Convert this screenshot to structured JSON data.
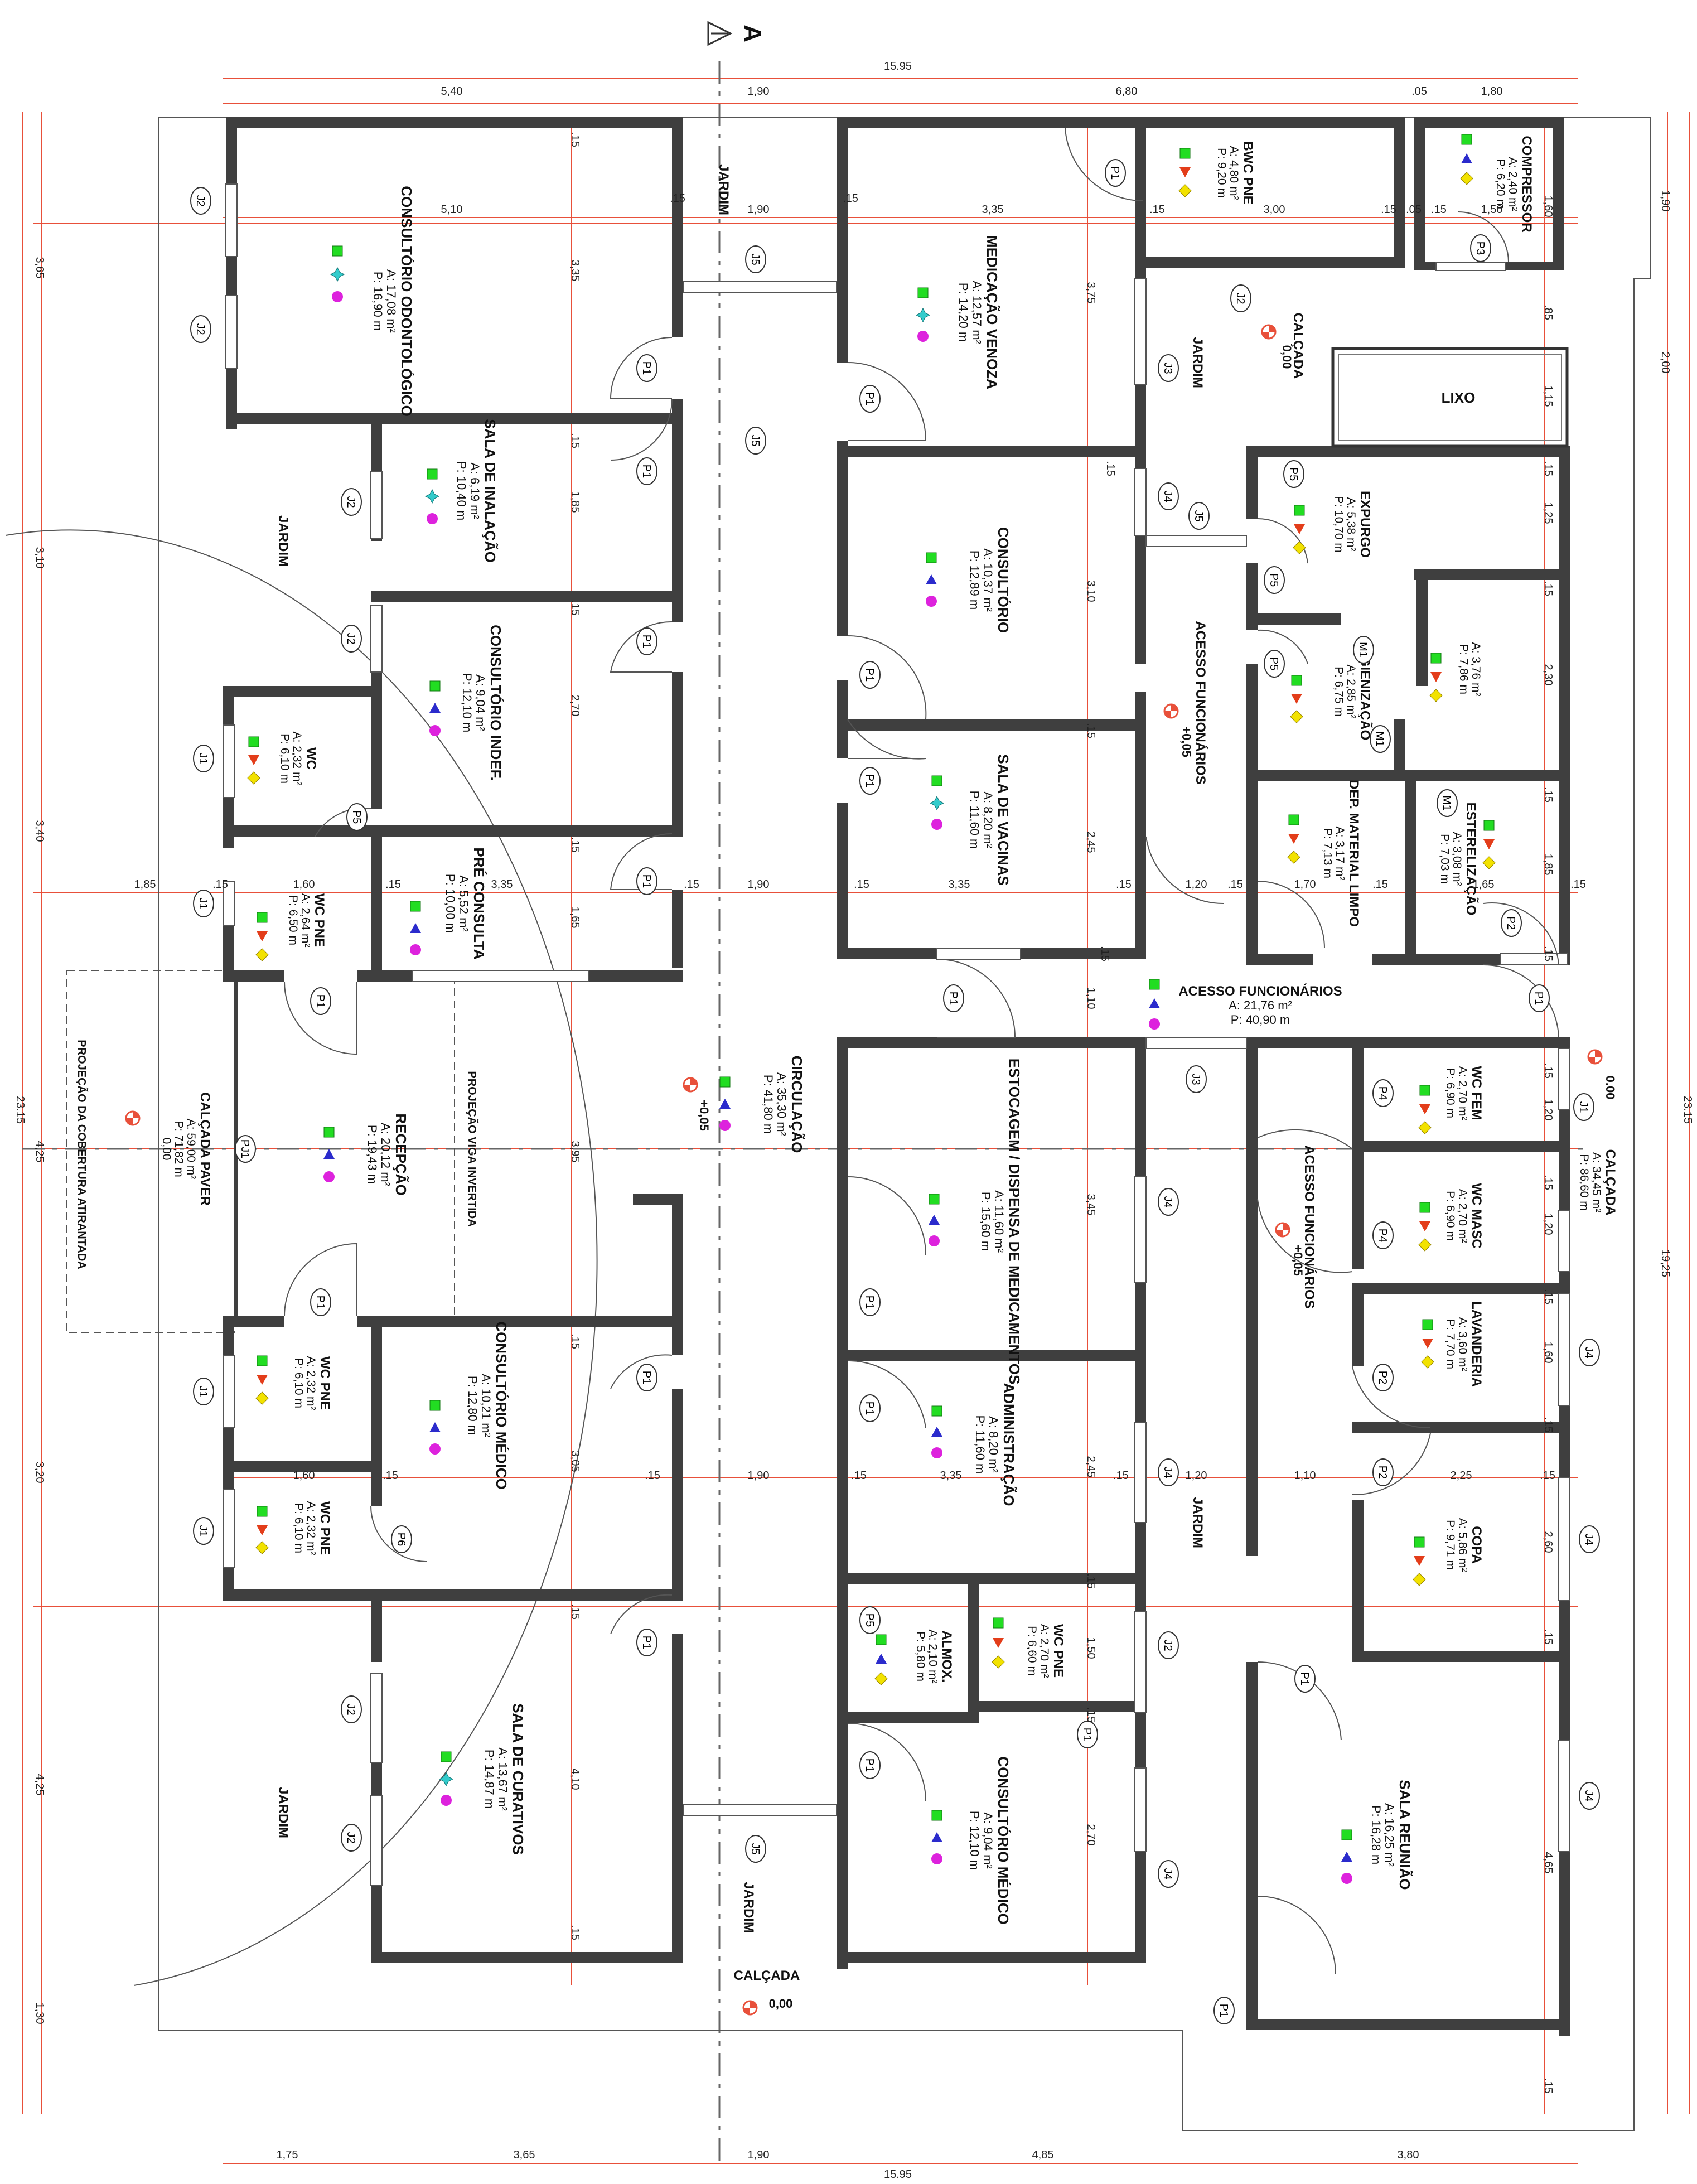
{
  "north_label": "A",
  "overall": {
    "width_top": "15.95",
    "width_bottom": "15.95",
    "height_left": "23.15",
    "height_right": "23.15"
  },
  "dims_top": [
    "5,40",
    "1,90",
    "6,80",
    ".05",
    "1,80"
  ],
  "dims_top_inner": [
    "5,10",
    ".15",
    "1,90",
    ".15",
    "3,35",
    ".15",
    "3,00",
    ".15",
    ".05",
    "1,50",
    ".15"
  ],
  "dims_mid": [
    "1,85",
    ".15",
    "1,60",
    ".15",
    "3,35",
    ".15",
    "1,90",
    ".15",
    "3,35",
    ".15",
    "1,20",
    ".15",
    "1,70",
    ".15",
    "1,65",
    ".15"
  ],
  "dims_low": [
    "1,60",
    ".15",
    ".15",
    "1,90",
    ".15",
    "3,35",
    ".15",
    "1,20",
    "1,10",
    "2,25",
    ".15"
  ],
  "dims_bottom": [
    "1,75",
    "3,65",
    "1,90",
    "4,85",
    "3,80"
  ],
  "dims_left": [
    "3,65",
    "3,10",
    "3,40",
    "4,25",
    "3,20",
    "4,25",
    "1,30"
  ],
  "dims_right": [
    "1,90",
    "2,00",
    "19,25"
  ],
  "dims_v_inner": [
    ".15",
    "3,35",
    ".15",
    "1,85",
    ".15",
    "2,70",
    ".15",
    "1,65",
    "3,95",
    ".15",
    "3,05",
    ".15",
    "4,10",
    ".15"
  ],
  "dims_v_mid": [
    "3,75",
    ".15",
    "3,10",
    ".15",
    "2,45",
    ".15",
    "1,10",
    "3,45",
    "2,45",
    ".15",
    "1,50",
    ".15",
    "2,70"
  ],
  "dims_v_right": [
    "1,60",
    ".85",
    "1,15",
    ".15",
    "1,25",
    ".15",
    "2,30",
    ".15",
    "1,85",
    ".15",
    ".15",
    "1,20",
    ".15",
    "1,20",
    ".15",
    "1,60",
    ".15",
    "2,60",
    ".15",
    "4,65",
    ".15"
  ],
  "rooms": [
    {
      "name": "CONSULTÓRIO ODONTOLÓGICO",
      "area": "A: 17,08 m²",
      "perim": "P: 16,90 m"
    },
    {
      "name": "SALA DE INALAÇÃO",
      "area": "A: 6,19 m²",
      "perim": "P: 10,40 m"
    },
    {
      "name": "CONSULTÓRIO INDEF.",
      "area": "A: 9,04 m²",
      "perim": "P: 12,10 m"
    },
    {
      "name": "WC",
      "area": "A: 2,32 m²",
      "perim": "P: 6,10 m"
    },
    {
      "name": "WC PNE",
      "area": "A: 2,64 m²",
      "perim": "P: 6,50 m"
    },
    {
      "name": "PRÉ CONSULTA",
      "area": "A: 5,52 m²",
      "perim": "P: 10,00 m"
    },
    {
      "name": "RECEPÇÃO",
      "area": "A: 20,12 m²",
      "perim": "P: 19,43 m"
    },
    {
      "name": "WC PNE",
      "area": "A: 2,32 m²",
      "perim": "P: 6,10 m"
    },
    {
      "name": "CONSULTÓRIO MÉDICO",
      "area": "A: 10,21 m²",
      "perim": "P: 12,80 m"
    },
    {
      "name": "WC PNE",
      "area": "A: 2,32 m²",
      "perim": "P: 6,10 m"
    },
    {
      "name": "SALA DE CURATIVOS",
      "area": "A: 13,67 m²",
      "perim": "P: 14,87 m"
    },
    {
      "name": "CIRCULAÇÃO",
      "area": "A: 35,30 m²",
      "perim": "P: 41,80 m"
    },
    {
      "name": "MEDICAÇÃO VENOZA",
      "area": "A: 12,57 m²",
      "perim": "P: 14,20 m"
    },
    {
      "name": "CONSULTÓRIO",
      "area": "A: 10,37 m²",
      "perim": "P: 12,89 m"
    },
    {
      "name": "SALA DE VACINAS",
      "area": "A: 8,20 m²",
      "perim": "P: 11,60 m"
    },
    {
      "name": "ESTOCAGEM / DISPENSA DE MEDICAMENTOS",
      "area": "A: 11,60 m²",
      "perim": "P: 15,60 m"
    },
    {
      "name": "ADMINISTRAÇÃO",
      "area": "A: 8,20 m²",
      "perim": "P: 11,60 m"
    },
    {
      "name": "ALMOX.",
      "area": "A: 2,10 m²",
      "perim": "P: 5,80 m"
    },
    {
      "name": "WC PNE",
      "area": "A: 2,70 m²",
      "perim": "P: 6,60 m"
    },
    {
      "name": "CONSULTÓRIO MÉDICO",
      "area": "A: 9,04 m²",
      "perim": "P: 12,10 m"
    },
    {
      "name": "BWC PNE",
      "area": "A: 4,80 m²",
      "perim": "P: 9,20 m"
    },
    {
      "name": "COMPRESSOR",
      "area": "A: 2,40 m²",
      "perim": "P: 6,20 m"
    },
    {
      "name": "EXPURGO",
      "area": "A: 5,38 m²",
      "perim": "P: 10,70 m"
    },
    {
      "name": "HIGIENIZAÇÃO",
      "area": "A: 2,85 m²",
      "perim": "P: 6,75 m"
    },
    {
      "name": "",
      "area": "A: 3,76 m²",
      "perim": "P: 7,86 m"
    },
    {
      "name": "DEP. MATERIAL LIMPO",
      "area": "A: 3,17 m²",
      "perim": "P: 7,13 m"
    },
    {
      "name": "ESTERELIZAÇÃO",
      "area": "A: 3,08 m²",
      "perim": "P: 7,03 m"
    },
    {
      "name": "ACESSO FUNCIONÁRIOS",
      "area": "A: 21,76 m²",
      "perim": "P: 40,90 m"
    },
    {
      "name": "WC FEM",
      "area": "A: 2,70 m²",
      "perim": "P: 6,90 m"
    },
    {
      "name": "WC MASC",
      "area": "A: 2,70 m²",
      "perim": "P: 6,90 m"
    },
    {
      "name": "LAVANDERIA",
      "area": "A: 3,60 m²",
      "perim": "P: 7,70 m"
    },
    {
      "name": "COPA",
      "area": "A: 5,86 m²",
      "perim": "P: 9,71 m"
    },
    {
      "name": "SALA REUNIÃO",
      "area": "A: 16,25 m²",
      "perim": "P: 16,28 m"
    },
    {
      "name": "CALÇADA",
      "area": "A: 34,45 m²",
      "perim": "P: 86,60 m"
    },
    {
      "name": "CALÇADA PAVER",
      "area": "A: 59,00 m²",
      "perim": "P: 71,82 m"
    }
  ],
  "labels": {
    "jardim": "JARDIM",
    "calcada": "CALÇADA",
    "lixo": "LIXO",
    "acesso_funcionarios": "ACESSO FUNCIONÁRIOS",
    "projecao_viga": "PROJEÇÃO VIGA INVERTIDA",
    "projecao_cobertura": "PROJEÇÃO  DA COBERTURA ATIRANTADA"
  },
  "levels": {
    "l000": "0,00",
    "l005": "+0,05",
    "l000b": "0.00"
  },
  "tags": [
    "P1",
    "P2",
    "P3",
    "P4",
    "P5",
    "P6",
    "J1",
    "J2",
    "J3",
    "J4",
    "J5",
    "M1",
    "PJ1"
  ],
  "colors": {
    "wall": "#3f3f3f",
    "dim": "#e8503a",
    "sq": "#22dd22",
    "tri_down": "#e33d1a",
    "tri_up": "#2b2bcc",
    "diamond": "#f2e200",
    "circle": "#dd22dd",
    "star": "#33cccc",
    "level": "#e8503a"
  }
}
